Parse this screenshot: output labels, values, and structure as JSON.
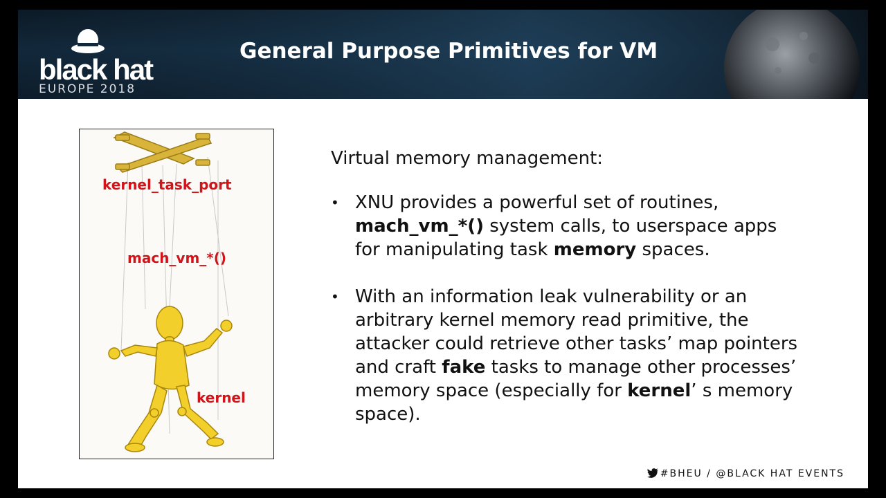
{
  "header": {
    "logo_main": "black hat",
    "logo_sub": "EUROPE 2018",
    "title": "General Purpose Primitives for VM"
  },
  "figure": {
    "label_top": "kernel_task_port",
    "label_middle": "mach_vm_*()",
    "label_bottom": "kernel"
  },
  "content": {
    "heading": "Virtual memory management:",
    "bullets": [
      {
        "p1": "XNU provides a powerful set of routines, ",
        "b1": "mach_vm_*()",
        "p2": " system calls, to userspace apps for manipulating task ",
        "b2": "memory",
        "p3": " spaces."
      },
      {
        "p1": "With an information leak vulnerability or an arbitrary kernel memory read primitive, the attacker could retrieve other tasks’  map pointers and craft ",
        "b1": "fake",
        "p2": " tasks to manage other processes’  memory space (especially for ",
        "b2": "kernel",
        "p3": "’ s memory space)."
      }
    ],
    "bullet_glyph": "•"
  },
  "footer": {
    "handle_text": "#BHEU / @BLACK HAT EVENTS"
  },
  "colors": {
    "accent_red": "#d0141a",
    "header_bg": "#12283a"
  }
}
